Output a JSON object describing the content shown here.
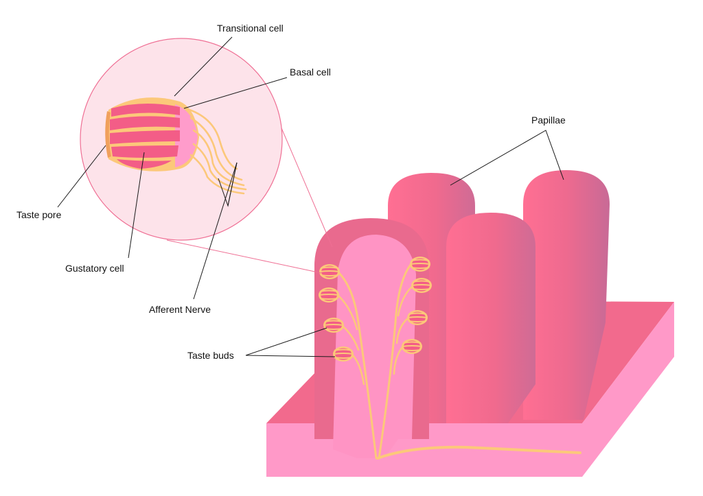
{
  "labels": {
    "transitional_cell": "Transitional cell",
    "basal_cell": "Basal cell",
    "papillae": "Papillae",
    "taste_pore": "Taste pore",
    "gustatory_cell": "Gustatory cell",
    "afferent_nerve": "Afferent Nerve",
    "taste_buds": "Taste buds"
  },
  "colors": {
    "tissue_dark": "#f26a8d",
    "tissue_side": "#ff99c8",
    "papilla_inner": "#ff94c4",
    "magnifier_fill": "#fde3ea",
    "magnifier_stroke": "#ef6f94",
    "nerve": "#fcc87a",
    "cell": "#f35d87"
  }
}
